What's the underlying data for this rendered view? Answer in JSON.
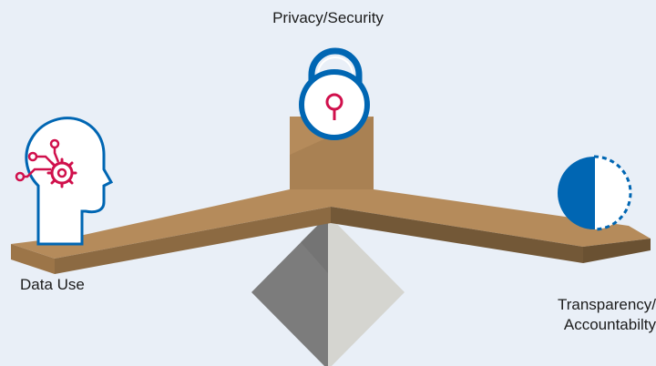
{
  "labels": {
    "top": "Privacy/Security",
    "left": "Data Use",
    "right_line1": "Transparency/",
    "right_line2": "Accountabilty"
  },
  "icons": {
    "top": "padlock-icon",
    "left": "head-gear-icon",
    "right": "half-circle-icon"
  },
  "colors": {
    "background": "#e9eff7",
    "beam_top": "#b48b5c",
    "beam_front": "#8e6c43",
    "beam_dark": "#735937",
    "fulcrum_light": "#d6d6d2",
    "fulcrum_dark": "#7a7a7a",
    "icon_blue": "#0066b3",
    "icon_red": "#d0104c"
  }
}
